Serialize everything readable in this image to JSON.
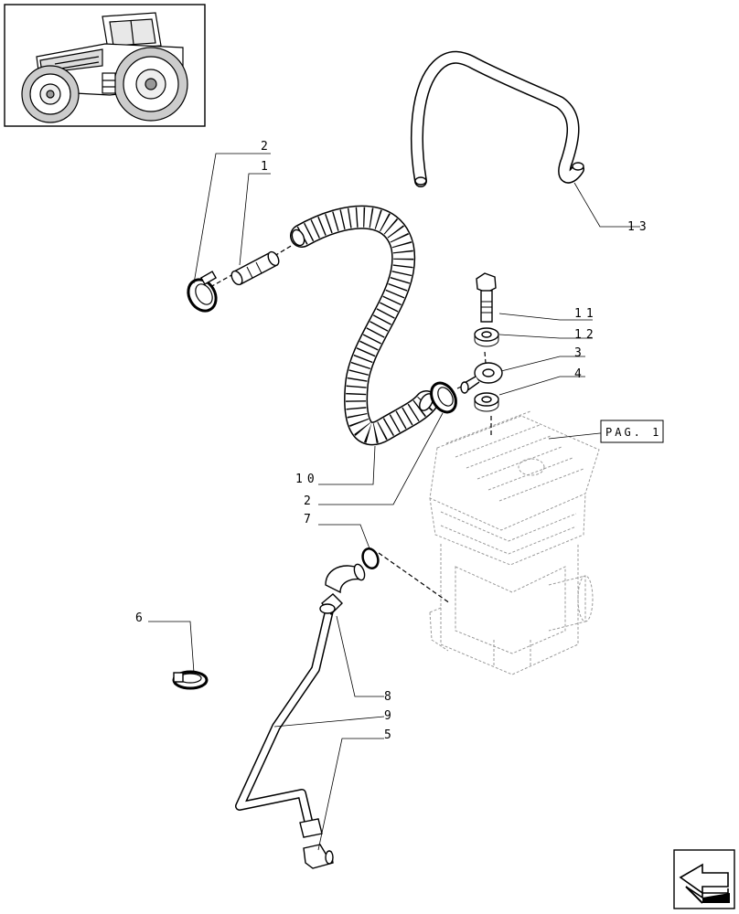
{
  "diagram": {
    "callouts": [
      {
        "id": "c2a",
        "text": "2"
      },
      {
        "id": "c1",
        "text": "1"
      },
      {
        "id": "c13",
        "text": "13"
      },
      {
        "id": "c11",
        "text": "11"
      },
      {
        "id": "c12",
        "text": "12"
      },
      {
        "id": "c3",
        "text": "3"
      },
      {
        "id": "c4",
        "text": "4"
      },
      {
        "id": "pag",
        "text": "PAG. 1"
      },
      {
        "id": "c10",
        "text": "10"
      },
      {
        "id": "c2b",
        "text": "2"
      },
      {
        "id": "c7",
        "text": "7"
      },
      {
        "id": "c6",
        "text": "6"
      },
      {
        "id": "c8",
        "text": "8"
      },
      {
        "id": "c9",
        "text": "9"
      },
      {
        "id": "c5",
        "text": "5"
      }
    ],
    "thumbnail_icon": "tractor-icon",
    "nav_icon": "page-navigation-arrow-icon"
  }
}
